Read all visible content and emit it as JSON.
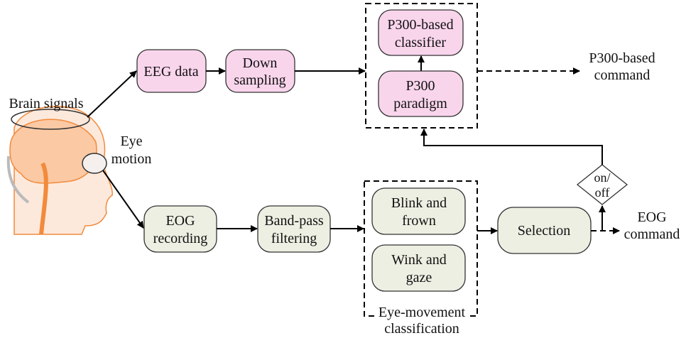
{
  "colors": {
    "eeg_box": "#f9d5ec",
    "eog_box": "#eeefe3",
    "brain": "#f28a3c",
    "skin": "#fde9dc"
  },
  "labels": {
    "brain_signals": "Brain signals",
    "eye_motion": [
      "Eye",
      "motion"
    ],
    "eeg_data": "EEG data",
    "down_sampling": [
      "Down",
      "sampling"
    ],
    "p300_classifier": [
      "P300-based",
      "classifier"
    ],
    "p300_paradigm": [
      "P300",
      "paradigm"
    ],
    "p300_command": [
      "P300-based",
      "command"
    ],
    "eog_recording": [
      "EOG",
      "recording"
    ],
    "band_pass": [
      "Band-pass",
      "filtering"
    ],
    "blink_frown": [
      "Blink and",
      "frown"
    ],
    "wink_gaze": [
      "Wink and",
      "gaze"
    ],
    "eye_movement_classification": [
      "Eye-movement",
      "classification"
    ],
    "selection": "Selection",
    "on_off": [
      "on/",
      "off"
    ],
    "eog_command": [
      "EOG",
      "command"
    ]
  }
}
